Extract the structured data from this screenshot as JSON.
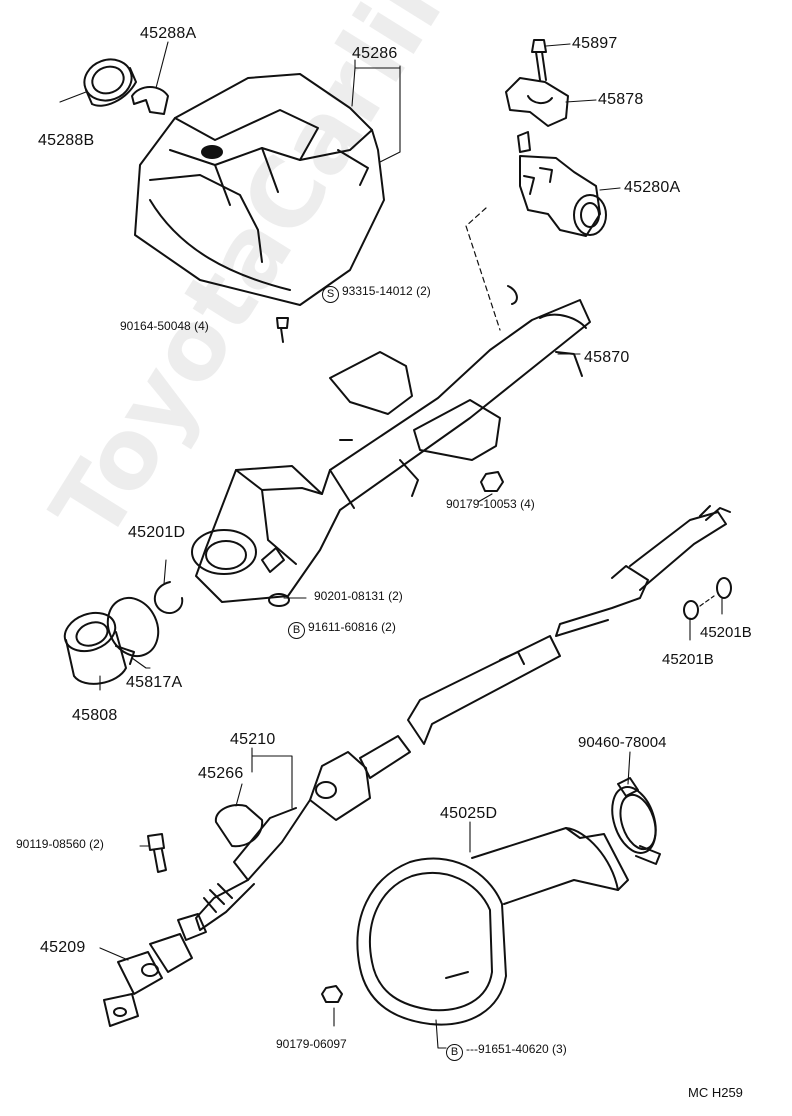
{
  "watermark": "ToyotaCarline.ru",
  "page_code": "MC  H259",
  "parts": {
    "p45288A": "45288A",
    "p45286": "45286",
    "p45288B": "45288B",
    "p45897": "45897",
    "p45878": "45878",
    "p45280A": "45280A",
    "p93315": "93315-14012 (2)",
    "p93315_mark": "S",
    "p90164": "90164-50048 (4)",
    "p45870": "45870",
    "p90179_10053": "90179-10053 (4)",
    "p45201D": "45201D",
    "p90201": "90201-08131 (2)",
    "p91611": "91611-60816 (2)",
    "p91611_mark": "B",
    "p45201B_right": "45201B",
    "p45201B_left": "45201B",
    "p45817A": "45817A",
    "p45808": "45808",
    "p45210": "45210",
    "p45266": "45266",
    "p90460": "90460-78004",
    "p45025D": "45025D",
    "p90119": "90119-08560 (2)",
    "p45209": "45209",
    "p90179_06097": "90179-06097",
    "p91651": "91651-40620 (3)",
    "p91651_mark": "B"
  }
}
